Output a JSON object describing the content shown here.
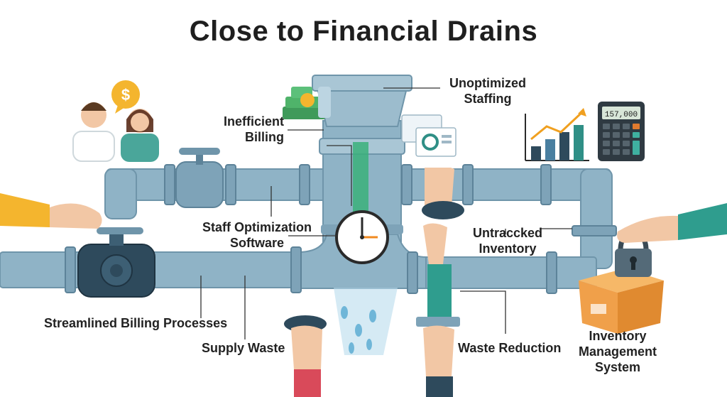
{
  "title": "Close to Financial Drains",
  "labels": {
    "unoptimized_staffing": [
      "Unoptimized",
      "Staffing"
    ],
    "inefficient_billing": [
      "Inefficient",
      "Billing"
    ],
    "staff_optimization_software": [
      "Staff Optimization",
      "Software"
    ],
    "untracked_inventory": [
      "Untraccked",
      "Inventory"
    ],
    "streamlined_billing": "Streamlined Billing Processes",
    "supply_waste": "Supply Waste",
    "waste_reduction": "Waste Reduction",
    "inventory_management_system": [
      "Inventory",
      "Management",
      "System"
    ]
  },
  "calculator_display": "157,000",
  "icons": {
    "staff": "doctor-and-nurse-icon",
    "money_bubble": "dollar-speech-bubble-icon",
    "cash": "cash-stack-icon",
    "growth_chart": "rising-bar-chart-icon",
    "calculator": "calculator-icon",
    "gauge": "clock-gauge-icon",
    "padlock": "padlock-icon",
    "box": "open-box-icon",
    "report": "analytics-report-icon"
  },
  "colors": {
    "pipe": "#8fb3c6",
    "pipe_dark": "#6f95aa",
    "valve": "#2e4a5c",
    "leak": "#b9dcec",
    "box": "#f0a04a",
    "chart_teal": "#2f8f86",
    "chart_arrow": "#f0a020"
  }
}
